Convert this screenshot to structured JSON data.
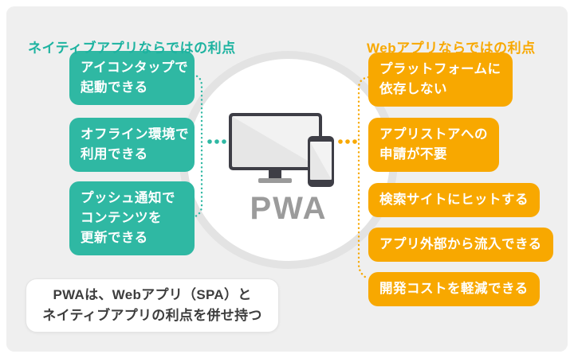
{
  "colors": {
    "panel_background": "#efefef",
    "native_accent": "#2fb8a3",
    "native_heading": "#1db3a0",
    "web_accent": "#f8a800",
    "circle_ring": "#e3e3e3",
    "pwa_label_gray": "#9b9b9b",
    "device_dark": "#3e3e46",
    "summary_text": "#3d3d3d"
  },
  "native": {
    "heading": "ネイティブアプリならではの利点",
    "items": [
      {
        "line1": "アイコンタップで",
        "line2": "起動できる"
      },
      {
        "line1": "オフライン環境で",
        "line2": "利用できる"
      },
      {
        "line1": "プッシュ通知で",
        "line2": "コンテンツを",
        "line3": "更新できる"
      }
    ]
  },
  "web": {
    "heading": "Webアプリならではの利点",
    "items": [
      {
        "line1": "プラットフォームに",
        "line2": "依存しない"
      },
      {
        "line1": "アプリストアへの",
        "line2": "申請が不要"
      },
      {
        "line1": "検索サイトにヒットする"
      },
      {
        "line1": "アプリ外部から流入できる"
      },
      {
        "line1": "開発コストを軽減できる"
      }
    ]
  },
  "center": {
    "label": "PWA",
    "devices": [
      "desktop-monitor",
      "smartphone"
    ]
  },
  "summary": {
    "line1": "PWAは、Webアプリ（SPA）と",
    "line2": "ネイティブアプリの利点を併せ持つ"
  }
}
